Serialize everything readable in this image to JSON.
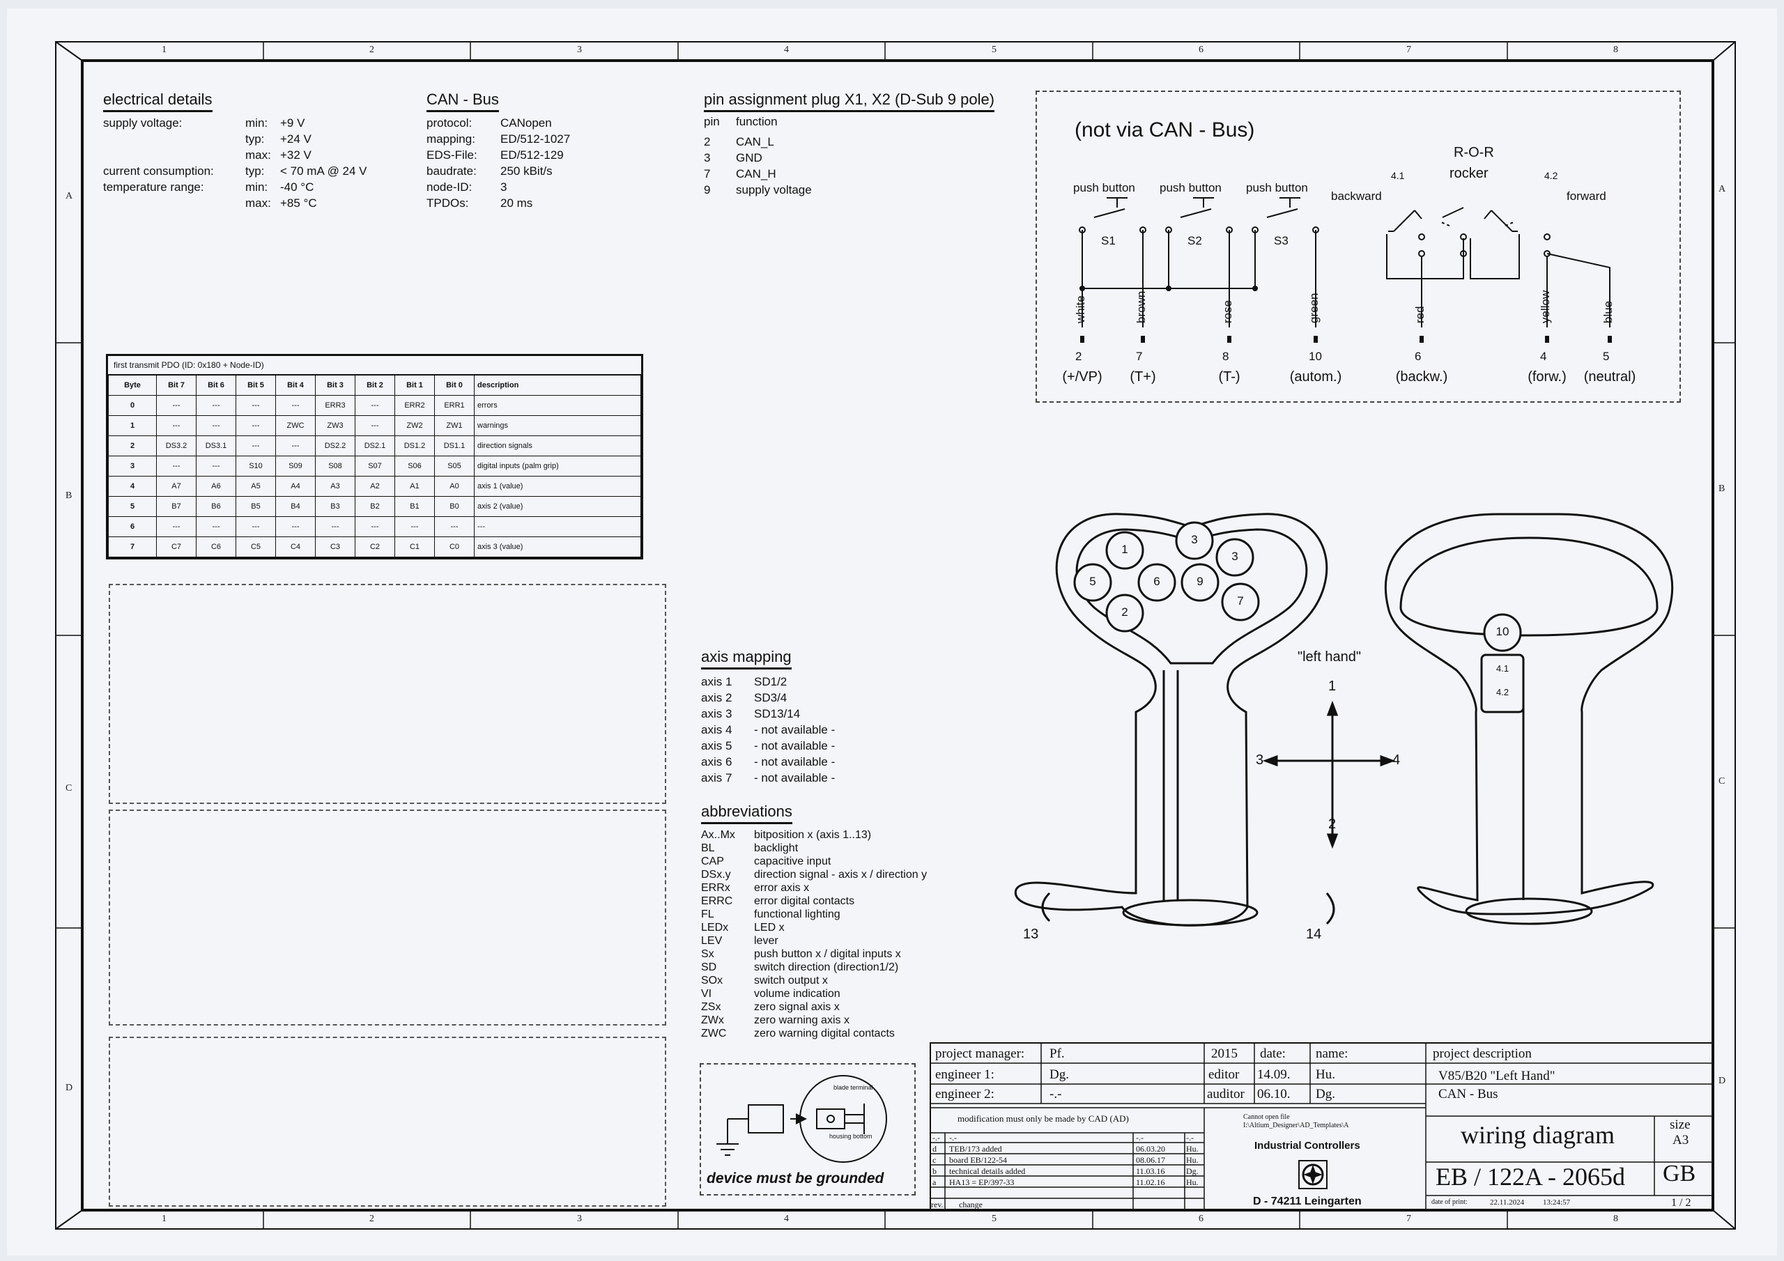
{
  "ruler": {
    "columns": [
      "1",
      "2",
      "3",
      "4",
      "5",
      "6",
      "7",
      "8"
    ],
    "rows": [
      "A",
      "B",
      "C",
      "D"
    ]
  },
  "electrical": {
    "heading": "electrical details",
    "rows": [
      {
        "label": "supply voltage:",
        "key": "min:",
        "value": "+9 V"
      },
      {
        "label": "",
        "key": "typ:",
        "value": "+24 V"
      },
      {
        "label": "",
        "key": "max:",
        "value": "+32 V"
      },
      {
        "label": "current consumption:",
        "key": "typ:",
        "value": "< 70 mA @ 24 V"
      },
      {
        "label": "temperature range:",
        "key": "min:",
        "value": "-40 °C"
      },
      {
        "label": "",
        "key": "max:",
        "value": "+85 °C"
      }
    ]
  },
  "can": {
    "heading": "CAN - Bus",
    "rows": [
      {
        "key": "protocol:",
        "value": "CANopen"
      },
      {
        "key": "mapping:",
        "value": "ED/512-1027"
      },
      {
        "key": "EDS-File:",
        "value": "ED/512-129"
      },
      {
        "key": "baudrate:",
        "value": "250 kBit/s"
      },
      {
        "key": "node-ID:",
        "value": "3"
      },
      {
        "key": "TPDOs:",
        "value": "20 ms"
      }
    ]
  },
  "pins": {
    "heading": "pin assignment plug X1, X2 (D-Sub 9 pole)",
    "col_pin": "pin",
    "col_function": "function",
    "rows": [
      {
        "pin": "2",
        "function": "CAN_L"
      },
      {
        "pin": "3",
        "function": "GND"
      },
      {
        "pin": "7",
        "function": "CAN_H"
      },
      {
        "pin": "9",
        "function": "supply voltage"
      }
    ]
  },
  "schematic": {
    "title": "(not via CAN - Bus)",
    "ror": "R-O-R",
    "rocker": "rocker",
    "pos_41": "4.1",
    "pos_42": "4.2",
    "backward": "backward",
    "forward": "forward",
    "push_button": "push button",
    "switches": [
      "S1",
      "S2",
      "S3"
    ],
    "wires": [
      {
        "color": "white",
        "pin": "2",
        "label": "(+/VP)"
      },
      {
        "color": "brown",
        "pin": "7",
        "label": "(T+)"
      },
      {
        "color": "rose",
        "pin": "8",
        "label": "(T-)"
      },
      {
        "color": "green",
        "pin": "10",
        "label": "(autom.)"
      },
      {
        "color": "red",
        "pin": "6",
        "label": "(backw.)"
      },
      {
        "color": "yellow",
        "pin": "4",
        "label": "(forw.)"
      },
      {
        "color": "blue",
        "pin": "5",
        "label": "(neutral)"
      }
    ]
  },
  "pdo": {
    "caption": "first transmit PDO (ID: 0x180 + Node-ID)",
    "header": [
      "Byte",
      "Bit 7",
      "Bit 6",
      "Bit 5",
      "Bit 4",
      "Bit 3",
      "Bit 2",
      "Bit 1",
      "Bit 0",
      "description"
    ],
    "rows": [
      [
        "0",
        "---",
        "---",
        "---",
        "---",
        "ERR3",
        "---",
        "ERR2",
        "ERR1",
        "errors"
      ],
      [
        "1",
        "---",
        "---",
        "---",
        "ZWC",
        "ZW3",
        "---",
        "ZW2",
        "ZW1",
        "warnings"
      ],
      [
        "2",
        "DS3.2",
        "DS3.1",
        "---",
        "---",
        "DS2.2",
        "DS2.1",
        "DS1.2",
        "DS1.1",
        "direction signals"
      ],
      [
        "3",
        "---",
        "---",
        "S10",
        "S09",
        "S08",
        "S07",
        "S06",
        "S05",
        "digital inputs (palm grip)"
      ],
      [
        "4",
        "A7",
        "A6",
        "A5",
        "A4",
        "A3",
        "A2",
        "A1",
        "A0",
        "axis 1 (value)"
      ],
      [
        "5",
        "B7",
        "B6",
        "B5",
        "B4",
        "B3",
        "B2",
        "B1",
        "B0",
        "axis 2 (value)"
      ],
      [
        "6",
        "---",
        "---",
        "---",
        "---",
        "---",
        "---",
        "---",
        "---",
        "---"
      ],
      [
        "7",
        "C7",
        "C6",
        "C5",
        "C4",
        "C3",
        "C2",
        "C1",
        "C0",
        "axis 3 (value)"
      ]
    ]
  },
  "axis_mapping": {
    "heading": "axis mapping",
    "rows": [
      {
        "axis": "axis 1",
        "value": "SD1/2"
      },
      {
        "axis": "axis 2",
        "value": "SD3/4"
      },
      {
        "axis": "axis 3",
        "value": "SD13/14"
      },
      {
        "axis": "axis 4",
        "value": "- not available -"
      },
      {
        "axis": "axis 5",
        "value": "- not available -"
      },
      {
        "axis": "axis 6",
        "value": "- not available -"
      },
      {
        "axis": "axis 7",
        "value": "- not available -"
      }
    ]
  },
  "abbreviations": {
    "heading": "abbreviations",
    "rows": [
      {
        "abbr": "Ax..Mx",
        "meaning": "bitposition x (axis 1..13)"
      },
      {
        "abbr": "BL",
        "meaning": "backlight"
      },
      {
        "abbr": "CAP",
        "meaning": "capacitive input"
      },
      {
        "abbr": "DSx.y",
        "meaning": "direction signal - axis x / direction y"
      },
      {
        "abbr": "ERRx",
        "meaning": "error axis x"
      },
      {
        "abbr": "ERRC",
        "meaning": "error digital contacts"
      },
      {
        "abbr": "FL",
        "meaning": "functional lighting"
      },
      {
        "abbr": "LEDx",
        "meaning": "LED x"
      },
      {
        "abbr": "LEV",
        "meaning": "lever"
      },
      {
        "abbr": "Sx",
        "meaning": "push button x / digital inputs x"
      },
      {
        "abbr": "SD",
        "meaning": "switch direction (direction1/2)"
      },
      {
        "abbr": "SOx",
        "meaning": "switch output x"
      },
      {
        "abbr": "VI",
        "meaning": "volume indication"
      },
      {
        "abbr": "ZSx",
        "meaning": "zero signal axis x"
      },
      {
        "abbr": "ZWx",
        "meaning": "zero warning axis x"
      },
      {
        "abbr": "ZWC",
        "meaning": "zero warning digital contacts"
      }
    ]
  },
  "grounding": {
    "note": "device must be grounded",
    "blade": "blade terminal",
    "housing": "housing bottom"
  },
  "joystick": {
    "left_hand": "\"left hand\"",
    "front_buttons": [
      "1",
      "2",
      "3",
      "3",
      "5",
      "6",
      "7",
      "9"
    ],
    "rear_button": "10",
    "rocker_41": "4.1",
    "rocker_42": "4.2",
    "axis_up": "1",
    "axis_down": "2",
    "axis_left": "3",
    "axis_right": "4",
    "twist_left": "13",
    "twist_right": "14"
  },
  "title_block": {
    "project_manager_label": "project manager:",
    "project_manager": "Pf.",
    "engineer1_label": "engineer 1:",
    "engineer1": "Dg.",
    "engineer2_label": "engineer 2:",
    "engineer2": "-.-",
    "year": "2015",
    "date_label": "date:",
    "name_label": "name:",
    "editor_label": "editor",
    "editor_date": "14.09.",
    "editor_name": "Hu.",
    "auditor_label": "auditor",
    "auditor_date": "06.10.",
    "auditor_name": "Dg.",
    "project_description_label": "project description",
    "project_line1": "V85/B20 \"Left Hand\"",
    "project_line2": "CAN - Bus",
    "modification_note": "modification must only be made by CAD (AD)",
    "revisions": [
      {
        "rev": "-.-",
        "change": "-.-",
        "date": "-.-",
        "name": "-.-"
      },
      {
        "rev": "d",
        "change": "TEB/173 added",
        "date": "06.03.20",
        "name": "Hu."
      },
      {
        "rev": "c",
        "change": "board EB/122-54",
        "date": "08.06.17",
        "name": "Hu."
      },
      {
        "rev": "b",
        "change": "technical details added",
        "date": "11.03.16",
        "name": "Dg."
      },
      {
        "rev": "a",
        "change": "HA13 = EP/397-33",
        "date": "11.02.16",
        "name": "Hu."
      }
    ],
    "rev_label": "rev.",
    "change_label": "change",
    "file_note1": "Cannot open file",
    "file_note2": "I:\\Altium_Designer\\AD_Templates\\A",
    "company": "Industrial Controllers",
    "address": "D - 74211 Leingarten",
    "doc_type": "wiring diagram",
    "doc_number": "EB / 122A - 2065d",
    "size_label": "size",
    "size": "A3",
    "lang": "GB",
    "print_label": "date of print:",
    "print_date": "22.11.2024",
    "print_time": "13:24:57",
    "sheet": "1 / 2"
  }
}
